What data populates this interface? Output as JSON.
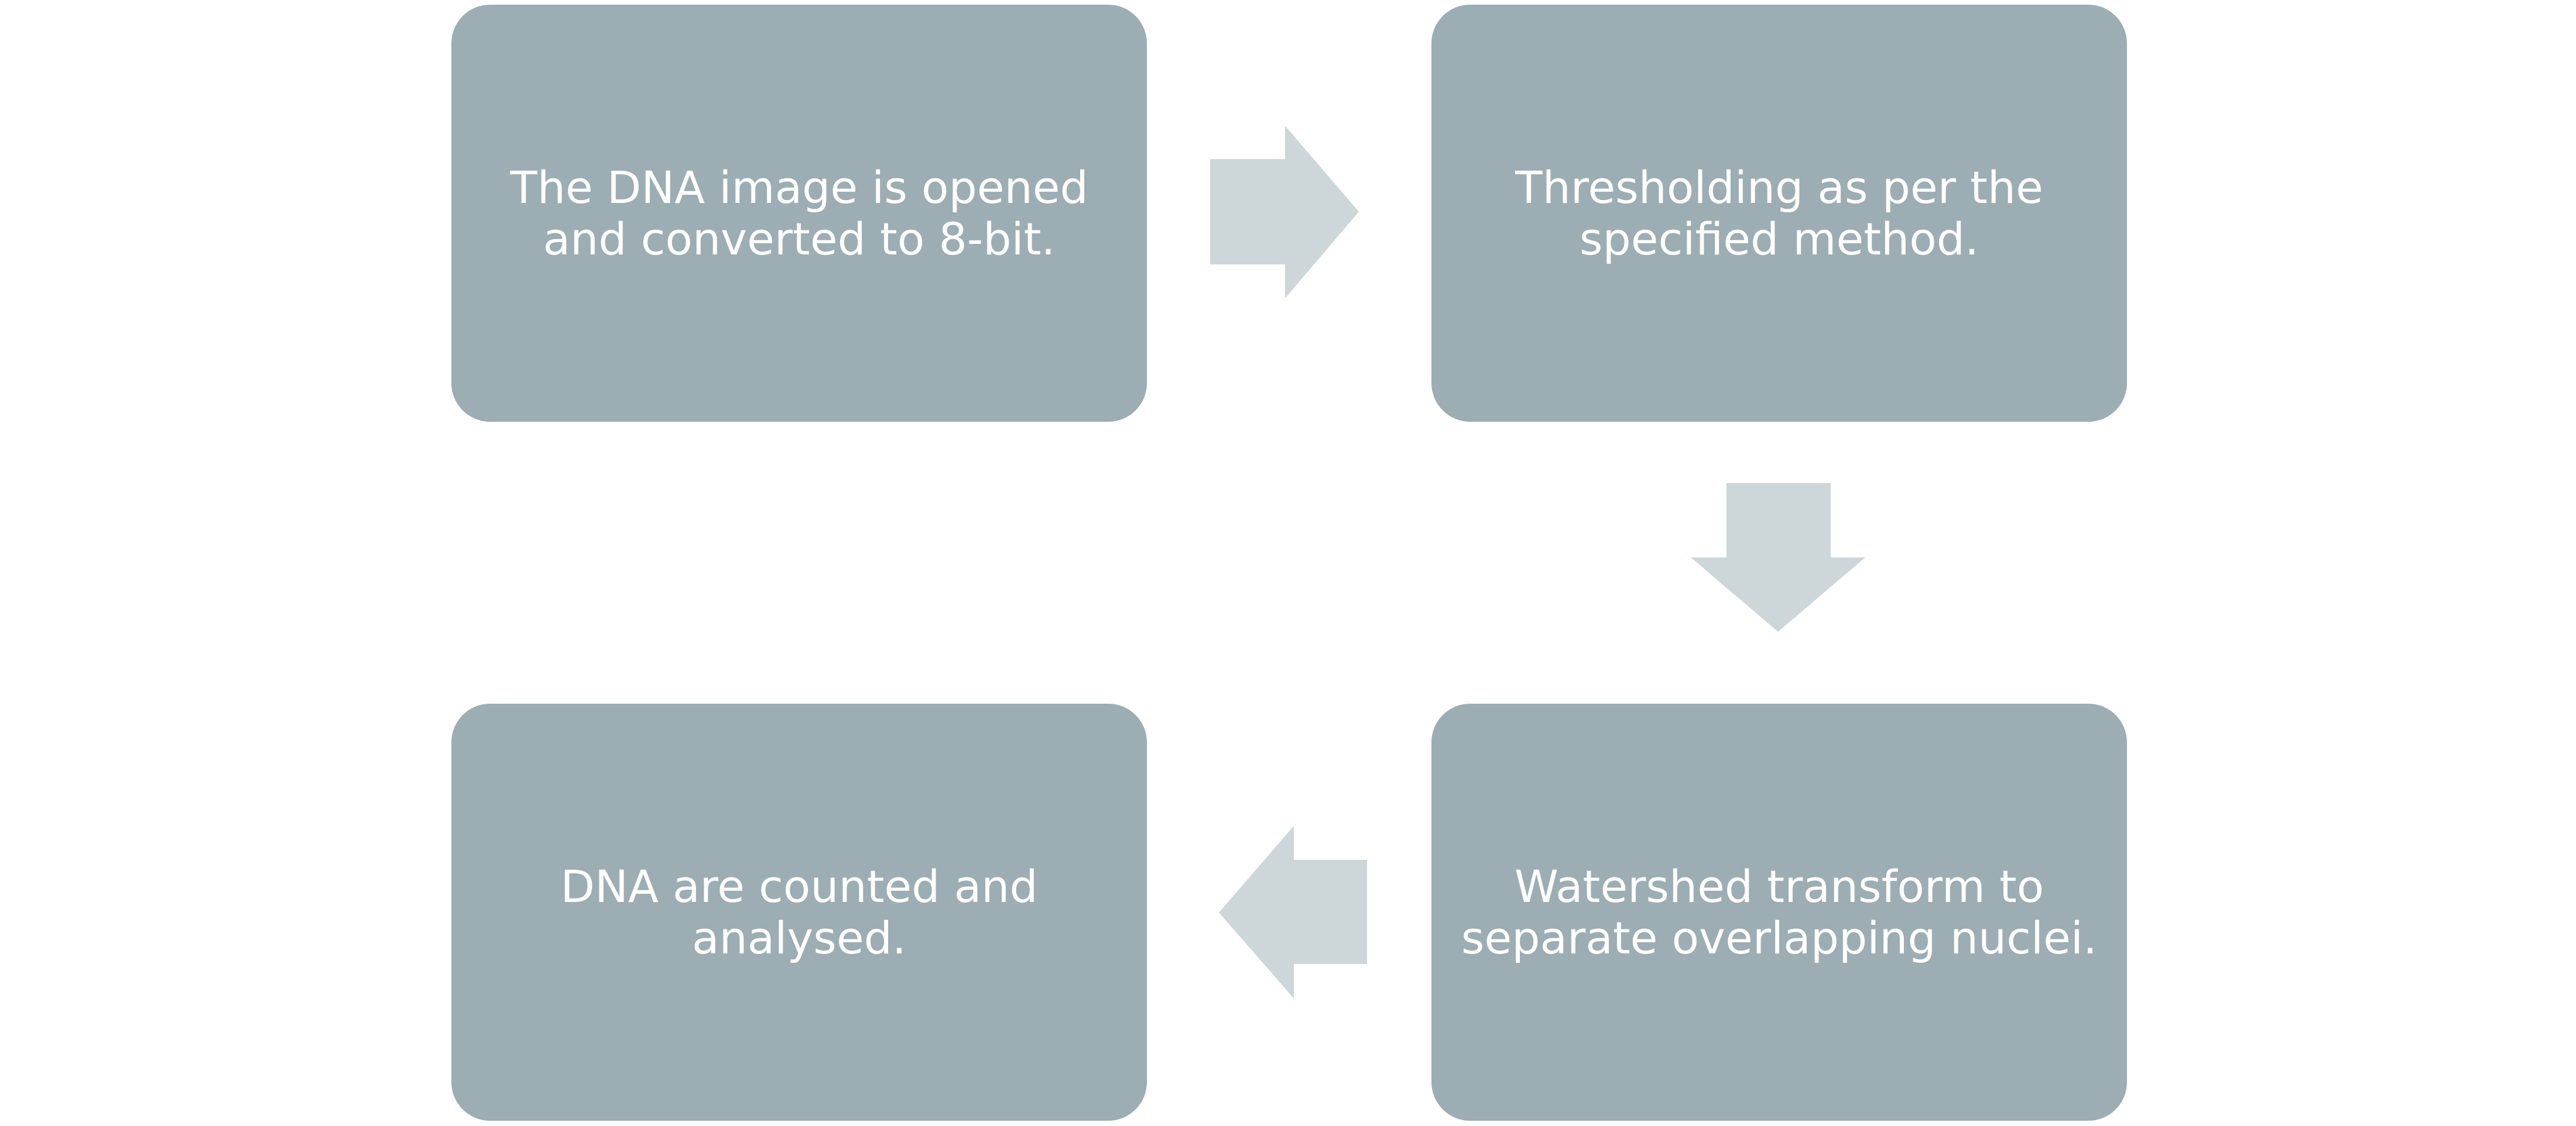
{
  "colors": {
    "background": "#ffffff",
    "box_fill": "#9cadb3",
    "arrow_fill": "#cdd6d9",
    "text": "#ffffff"
  },
  "steps": [
    {
      "text": "The DNA image is opened and converted to 8-bit."
    },
    {
      "text": "Thresholding as per the specified method."
    },
    {
      "text": "Watershed transform to separate overlapping nuclei."
    },
    {
      "text": "DNA are counted and analysed."
    }
  ],
  "connectors": [
    {
      "from": 1,
      "to": 2,
      "direction": "right"
    },
    {
      "from": 2,
      "to": 3,
      "direction": "down"
    },
    {
      "from": 3,
      "to": 4,
      "direction": "left"
    }
  ]
}
